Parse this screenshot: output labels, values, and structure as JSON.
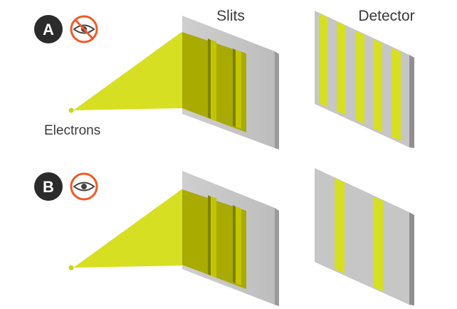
{
  "labels": {
    "slits": "Slits",
    "detector": "Detector",
    "electrons": "Electrons"
  },
  "scenarios": [
    {
      "badge": "A",
      "observer_icon": "eye-crossed-out-icon",
      "detector_pattern": "interference",
      "detector_bands": 5
    },
    {
      "badge": "B",
      "observer_icon": "eye-icon",
      "detector_pattern": "two-band",
      "detector_bands": 2
    }
  ],
  "colors": {
    "beam": "#d7df23",
    "beam_overlay": "#a2a500",
    "panel": "#c8c8c8",
    "panel_edge": "#8f8f8f",
    "badge": "#2b2b2b",
    "observer_ring": "#f05a28"
  }
}
